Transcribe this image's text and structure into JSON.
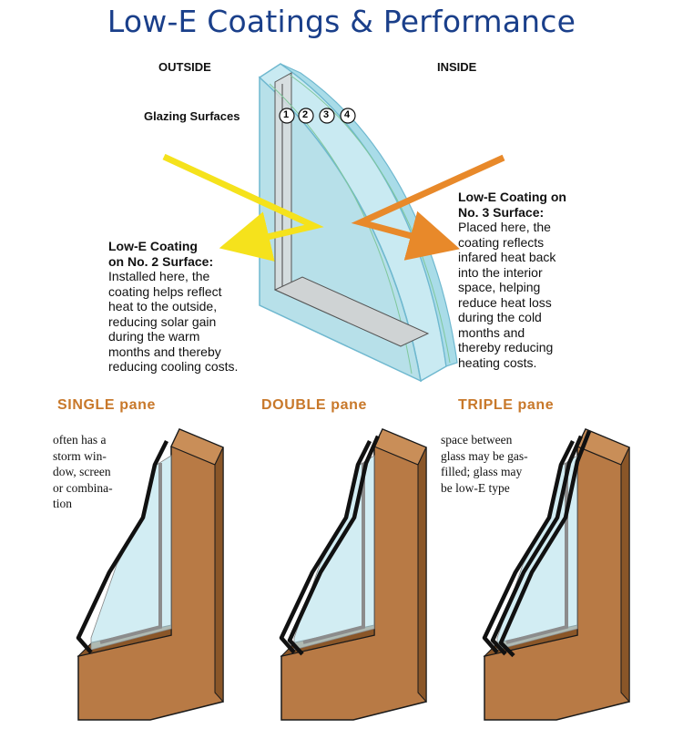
{
  "title": "Low-E Coatings & Performance",
  "labels": {
    "outside": "OUTSIDE",
    "inside": "INSIDE",
    "glazing_surfaces": "Glazing Surfaces",
    "surface_numbers": [
      "1",
      "2",
      "3",
      "4"
    ]
  },
  "coating_left": {
    "heading_lines": [
      "Low-E Coating",
      "on No. 2 Surface:"
    ],
    "body_lines": [
      "Installed here, the",
      "coating helps reflect",
      "heat to the outside,",
      "reducing solar gain",
      "during the warm",
      "months and thereby",
      "reducing cooling costs."
    ]
  },
  "coating_right": {
    "heading_lines": [
      "Low-E Coating on",
      "No. 3 Surface:"
    ],
    "body_lines": [
      "Placed here, the",
      "coating reflects",
      "infared heat back",
      "into the interior",
      "space, helping",
      "reduce heat loss",
      "during the cold",
      "months and",
      "thereby reducing",
      "heating costs."
    ]
  },
  "panes": [
    {
      "heading": "SINGLE pane",
      "note_lines": [
        "often has a",
        "storm win-",
        "dow, screen",
        "or combina-",
        "tion"
      ]
    },
    {
      "heading": "DOUBLE pane",
      "note_lines": []
    },
    {
      "heading": "TRIPLE pane",
      "note_lines": [
        "space between",
        "glass may be gas-",
        "filled; glass may",
        "be low-E type"
      ]
    }
  ],
  "colors": {
    "title": "#1a3f8a",
    "pane_heading": "#c8782a",
    "wood": "#b87a45",
    "wood_dark": "#8a5628",
    "glass": "#bfe6ee",
    "yellow_ray": "#f5e21c",
    "orange_ray": "#e8892a"
  }
}
